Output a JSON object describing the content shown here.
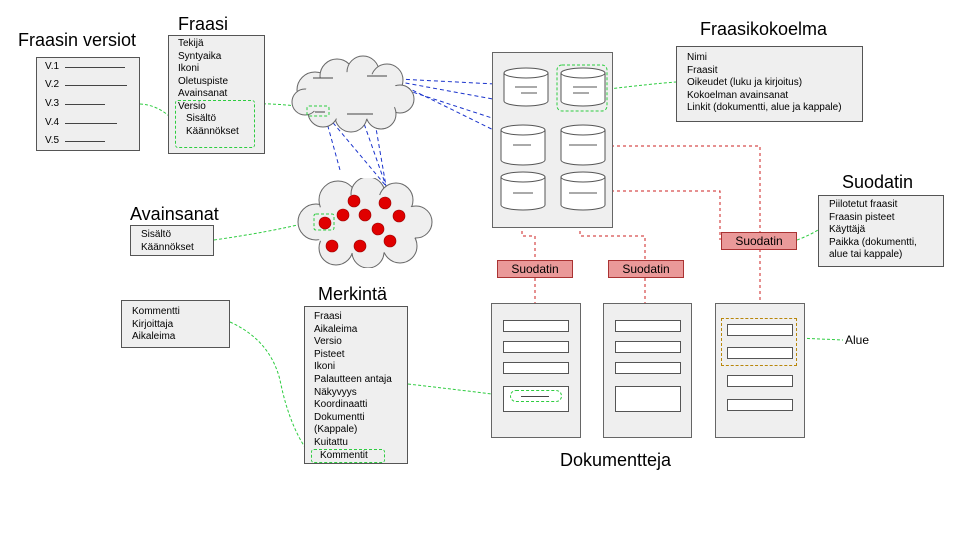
{
  "titles": {
    "versions": "Fraasin versiot",
    "phrase": "Fraasi",
    "keywords": "Avainsanat",
    "annotation": "Merkintä",
    "collection": "Fraasikokoelma",
    "filter": "Suodatin",
    "documents": "Dokumentteja"
  },
  "versions": [
    "V.1",
    "V.2",
    "V.3",
    "V.4",
    "V.5"
  ],
  "phrase_box": {
    "lines": [
      "Tekijä",
      "Syntyaika",
      "Ikoni",
      "Oletuspiste",
      "Avainsanat",
      "Versio"
    ],
    "inner": [
      "Sisältö",
      "Käännökset"
    ]
  },
  "keywords_box": [
    "Sisältö",
    "Käännökset"
  ],
  "comment_box": [
    "Kommentti",
    "Kirjoittaja",
    "Aikaleima"
  ],
  "annotation_box": {
    "lines": [
      "Fraasi",
      "Aikaleima",
      "Versio",
      "Pisteet",
      "Ikoni",
      "Palautteen antaja",
      "Näkyvyys",
      "Koordinaatti",
      "Dokumentti",
      "(Kappale)",
      "Kuitattu"
    ],
    "inner": "Kommentit"
  },
  "collection_box": [
    "Nimi",
    "Fraasit",
    "Oikeudet (luku ja kirjoitus)",
    "Kokoelman avainsanat",
    "Linkit (dokumentti, alue ja kappale)"
  ],
  "filter_box": [
    "Piilotetut fraasit",
    "Fraasin pisteet",
    "Käyttäjä",
    "Paikka (dokumentti,",
    "alue tai kappale)"
  ],
  "filter_labels": [
    "Suodatin",
    "Suodatin",
    "Suodatin"
  ],
  "area_label": "Alue",
  "colors": {
    "green": "#2ecc40",
    "blue": "#1a33cc",
    "red": "#cc2222",
    "box": "#efefef",
    "filter": "#ea9999"
  }
}
